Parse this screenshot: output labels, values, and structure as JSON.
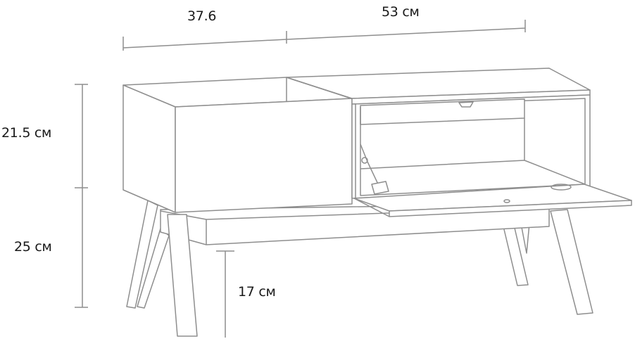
{
  "dimensions": {
    "left_width": "37.6",
    "right_width": "53 см",
    "body_height": "21.5 см",
    "total_leg_height": "25 см",
    "clearance": "17 см"
  },
  "colors": {
    "line": "#8e8e8e",
    "text": "#1a1a1a"
  }
}
